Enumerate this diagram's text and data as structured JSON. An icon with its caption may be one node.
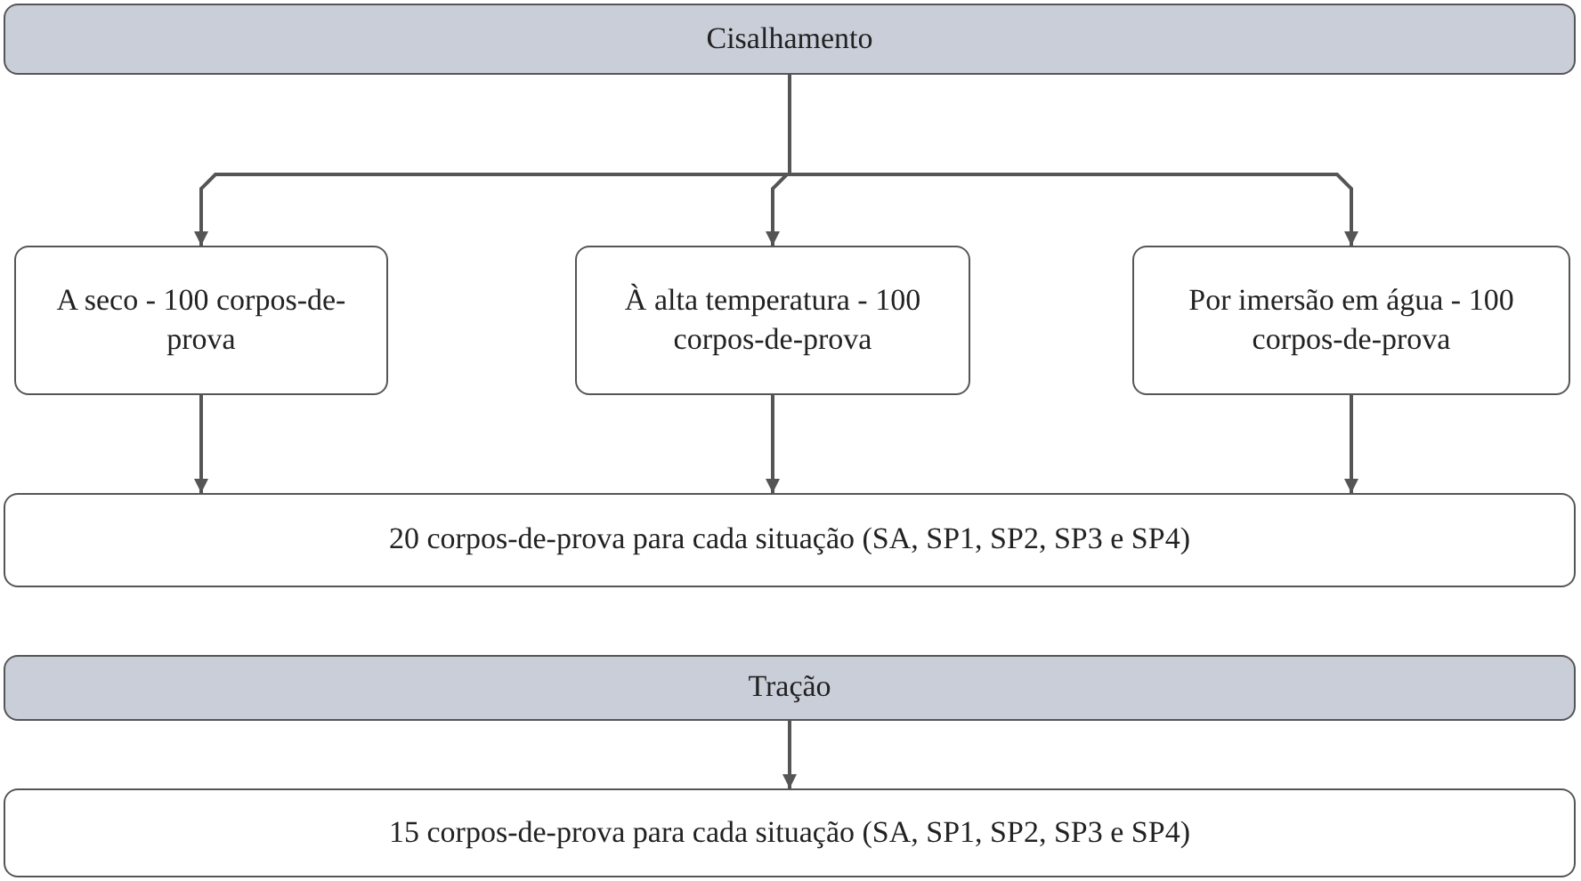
{
  "diagram": {
    "nodes": [
      {
        "text": [
          "Cisalhamento"
        ]
      },
      {
        "text": [
          "A seco - 100 corpos-de-prova"
        ]
      },
      {
        "text": [
          "À alta temperatura - 100 corpos-de-prova"
        ]
      },
      {
        "text": [
          "Por imersão em água - 100 corpos-de-prova"
        ]
      },
      {
        "text": [
          "20 corpos-de-prova para cada situação (SA, SP1, SP2, SP3 e SP4)"
        ]
      },
      {
        "text": [
          "Tração"
        ]
      },
      {
        "text": [
          "15 corpos-de-prova para cada situação (SA, SP1, SP2, SP3 e SP4)"
        ]
      }
    ],
    "edges": [
      {
        "from": 0,
        "to": 1,
        "arrow": "to"
      },
      {
        "from": 0,
        "to": 2,
        "arrow": "to"
      },
      {
        "from": 0,
        "to": 3,
        "arrow": "to"
      },
      {
        "from": 1,
        "to": 4,
        "arrow": "to"
      },
      {
        "from": 2,
        "to": 4,
        "arrow": "to"
      },
      {
        "from": 3,
        "to": 4,
        "arrow": "to"
      },
      {
        "from": 5,
        "to": 6,
        "arrow": "to"
      }
    ]
  }
}
